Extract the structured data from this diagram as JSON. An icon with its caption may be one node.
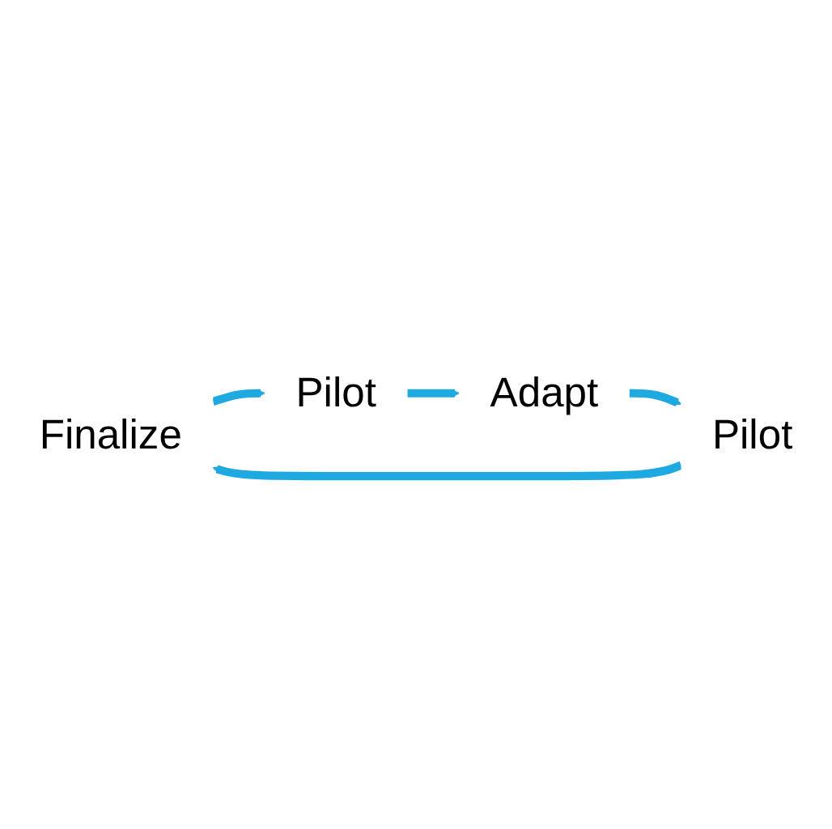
{
  "diagram": {
    "nodes": [
      {
        "text": [
          "Finalize"
        ]
      },
      {
        "text": [
          "Pilot"
        ]
      },
      {
        "text": [
          "Adapt"
        ]
      },
      {
        "text": [
          "Pilot"
        ]
      }
    ],
    "edges": [
      {
        "from": 0,
        "to": 1,
        "arrow": "to"
      },
      {
        "from": 1,
        "to": 2,
        "arrow": "to"
      },
      {
        "from": 2,
        "to": 3,
        "arrow": "to"
      },
      {
        "from": 3,
        "to": 0,
        "arrow": "to"
      }
    ]
  }
}
